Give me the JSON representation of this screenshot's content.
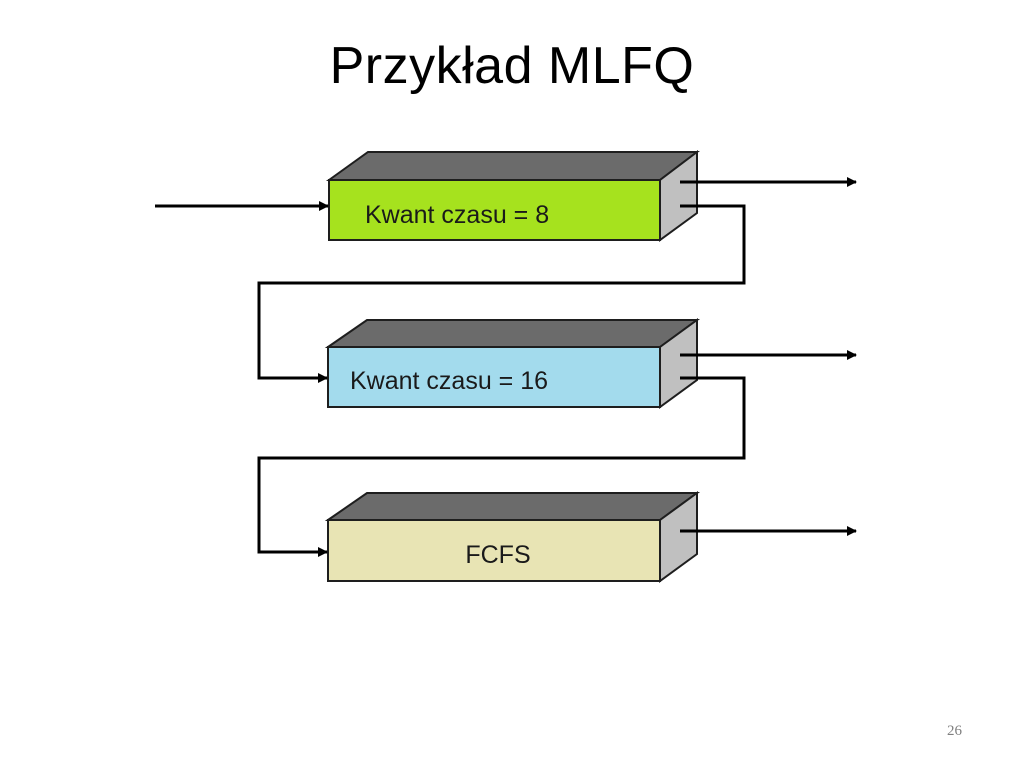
{
  "slide": {
    "title": "Przykład MLFQ",
    "page_number": "26"
  },
  "queues": [
    {
      "label": "Kwant czasu = 8",
      "color": "#a6e21e"
    },
    {
      "label": "Kwant czasu = 16",
      "color": "#a3dbed"
    },
    {
      "label": "FCFS",
      "color": "#e8e4b4"
    }
  ],
  "colors": {
    "box_top": "#6b6b6b",
    "box_side": "#c0c0c0",
    "outline": "#1e1e1e",
    "arrow": "#000000"
  }
}
